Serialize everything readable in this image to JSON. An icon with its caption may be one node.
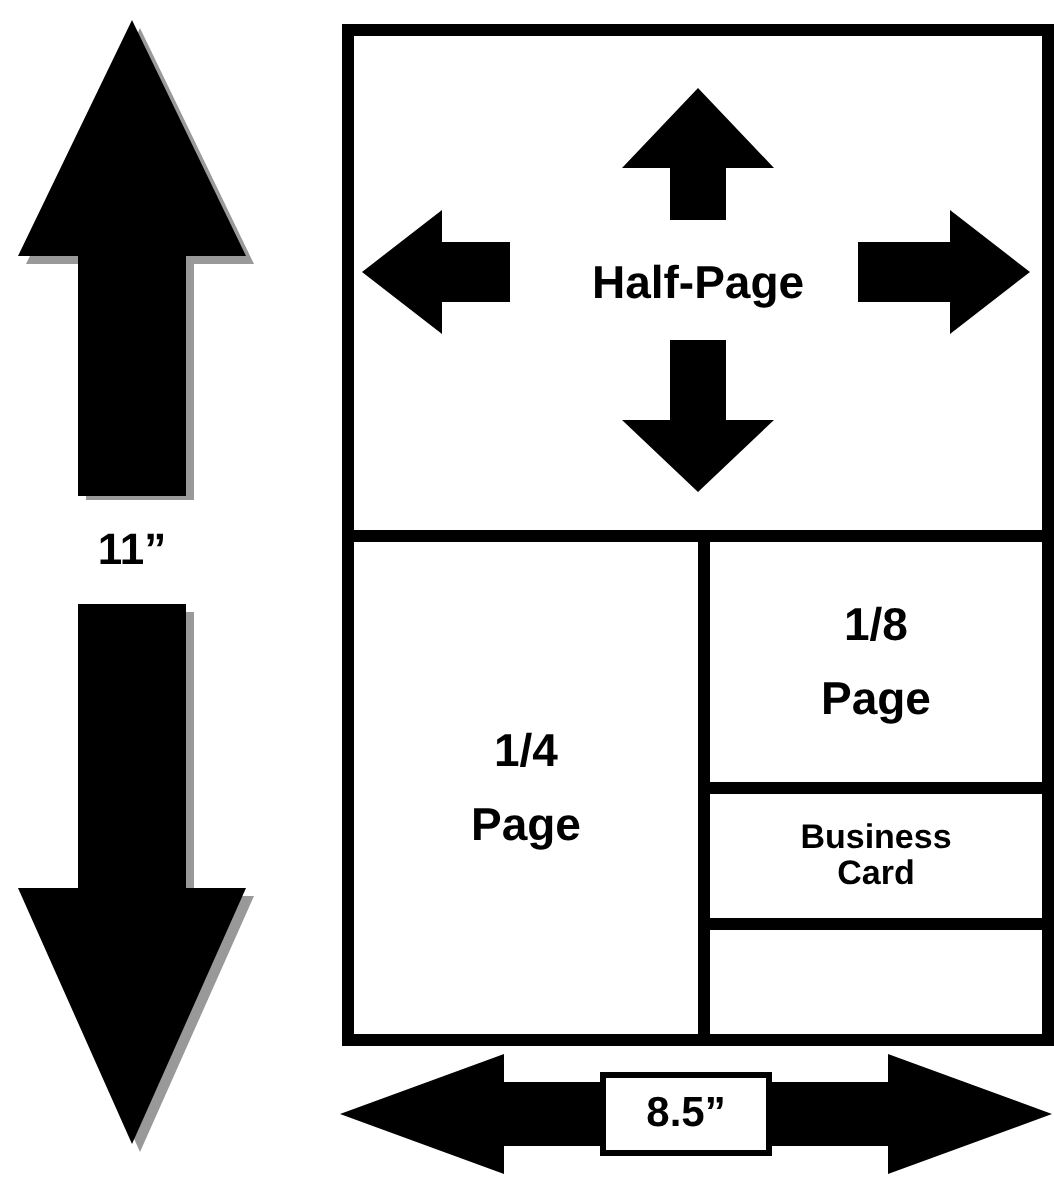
{
  "diagram": {
    "nodes": [
      {
        "text": [],
        "shape": "box"
      },
      {
        "text": [
          "Half-Page"
        ],
        "in": 0
      },
      {
        "text": [
          "1/4 Page"
        ],
        "in": 0
      },
      {
        "text": [
          "1/8 Page"
        ],
        "in": 0
      },
      {
        "text": [
          "Business Card"
        ],
        "in": 0
      },
      {
        "text": [],
        "shape": "box",
        "in": 0
      }
    ],
    "labels": [
      "11”",
      "8.5”"
    ]
  }
}
